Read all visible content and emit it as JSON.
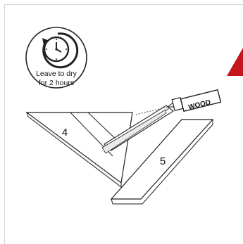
{
  "clock_badge": {
    "text_line1": "Leave to dry",
    "text_line2": "for 2 hours",
    "icon": "clock-refresh-icon"
  },
  "warning": {
    "icon": "warning-triangle-icon",
    "color": "#c4161c"
  },
  "glue": {
    "label": "WOOD",
    "icon": "glue-tube-icon"
  },
  "parts": {
    "part_a": "4",
    "part_b": "5"
  },
  "colors": {
    "line": "#222222",
    "frame": "#d6d6d6",
    "accent": "#c4161c"
  }
}
